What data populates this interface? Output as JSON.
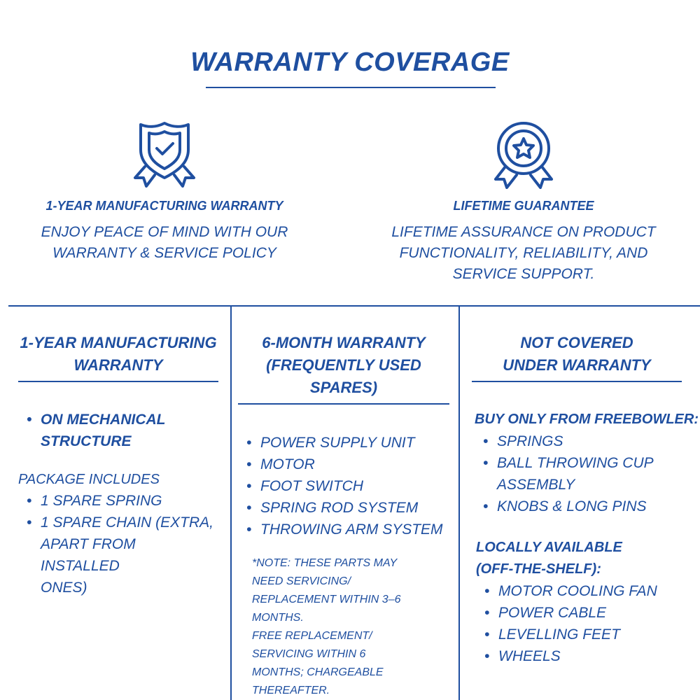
{
  "title": "WARRANTY COVERAGE",
  "features": [
    {
      "icon": "shield-check-icon",
      "title": "1-YEAR MANUFACTURING WARRANTY",
      "desc": [
        "ENJOY PEACE OF MIND WITH OUR",
        "WARRANTY & SERVICE POLICY"
      ]
    },
    {
      "icon": "star-medal-icon",
      "title": "LIFETIME GUARANTEE",
      "desc": [
        "LIFETIME ASSURANCE ON PRODUCT",
        "FUNCTIONALITY, RELIABILITY, AND",
        "SERVICE SUPPORT."
      ]
    }
  ],
  "columns": {
    "col1": {
      "heading": [
        "1-YEAR MANUFACTURING",
        "WARRANTY"
      ],
      "items": [
        [
          "ON MECHANICAL",
          "STRUCTURE"
        ]
      ],
      "package_label": "PACKAGE INCLUDES",
      "package_items": [
        [
          "1 SPARE SPRING"
        ],
        [
          "1 SPARE CHAIN (EXTRA,",
          "APART FROM INSTALLED",
          "ONES)"
        ]
      ]
    },
    "col2": {
      "heading": [
        "6-MONTH WARRANTY",
        "(FREQUENTLY USED SPARES)"
      ],
      "items": [
        "POWER SUPPLY UNIT",
        "MOTOR",
        "FOOT SWITCH",
        "SPRING ROD SYSTEM",
        "THROWING ARM SYSTEM"
      ],
      "note": [
        "*NOTE: THESE PARTS MAY",
        "NEED SERVICING/",
        "REPLACEMENT WITHIN 3–6",
        "MONTHS.",
        "FREE REPLACEMENT/",
        "SERVICING WITHIN 6",
        "MONTHS; CHARGEABLE",
        "THEREAFTER."
      ]
    },
    "col3": {
      "heading": [
        "NOT COVERED",
        "UNDER WARRANTY"
      ],
      "buy_label": "BUY ONLY FROM FREEBOWLER:",
      "buy_items": [
        [
          "SPRINGS"
        ],
        [
          "BALL THROWING CUP",
          "ASSEMBLY"
        ],
        [
          "KNOBS & LONG PINS"
        ]
      ],
      "local_label": [
        "LOCALLY AVAILABLE",
        "(OFF-THE-SHELF):"
      ],
      "local_items": [
        "MOTOR COOLING FAN",
        "POWER CABLE",
        "LEVELLING FEET",
        "WHEELS"
      ]
    }
  }
}
